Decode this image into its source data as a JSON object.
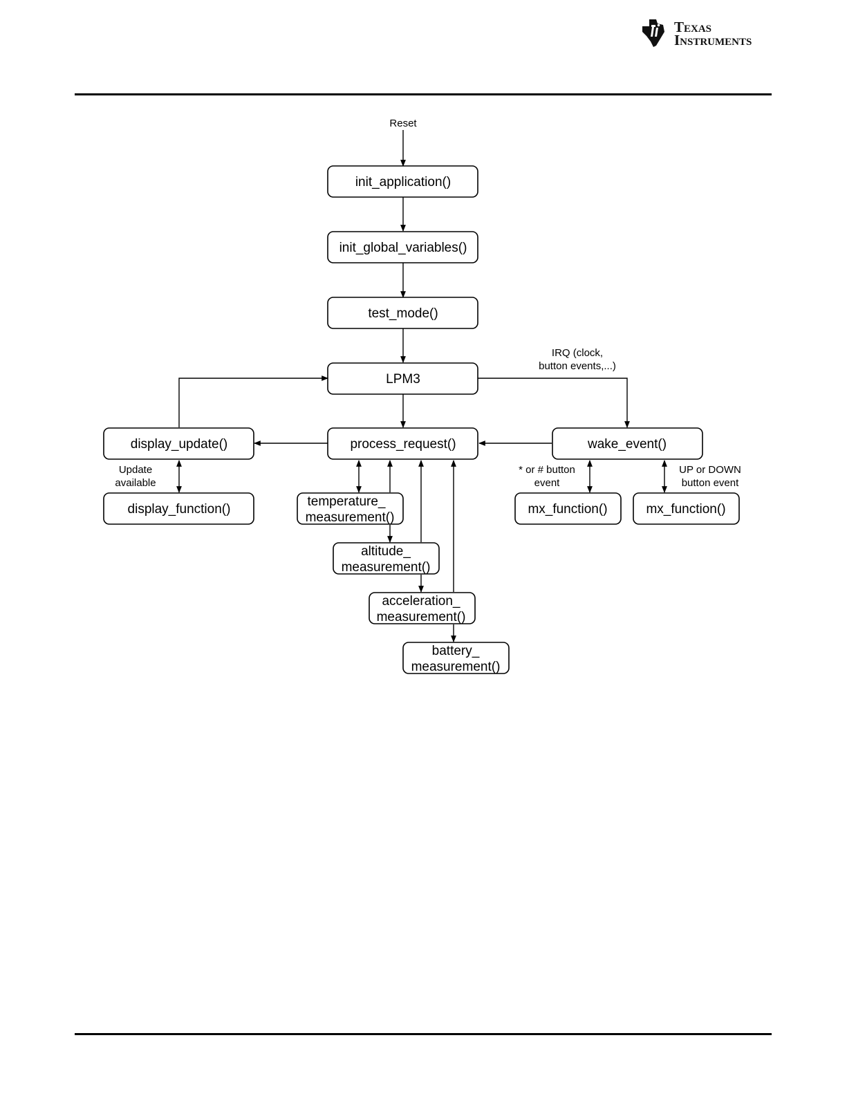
{
  "header": {
    "logo_line1": "Texas",
    "logo_line2": "Instruments"
  },
  "diagram": {
    "start_label": "Reset",
    "nodes": {
      "init_application": "init_application()",
      "init_global_variables": "init_global_variables()",
      "test_mode": "test_mode()",
      "lpm3": "LPM3",
      "display_update": "display_update()",
      "process_request": "process_request()",
      "wake_event": "wake_event()",
      "display_function": "display_function()",
      "temperature_measurement": [
        "temperature_",
        "measurement()"
      ],
      "altitude_measurement": [
        "altitude_",
        "measurement()"
      ],
      "acceleration_measurement": [
        "acceleration_",
        "measurement()"
      ],
      "battery_measurement": [
        "battery_",
        "measurement()"
      ],
      "mx_function_left": "mx_function()",
      "mx_function_right": "mx_function()"
    },
    "edge_labels": {
      "irq": [
        "IRQ (clock,",
        "button events,...)"
      ],
      "update_available": [
        "Update",
        "available"
      ],
      "star_hash": [
        "* or # button",
        "event"
      ],
      "up_down": [
        "UP or DOWN",
        "button event"
      ]
    }
  }
}
